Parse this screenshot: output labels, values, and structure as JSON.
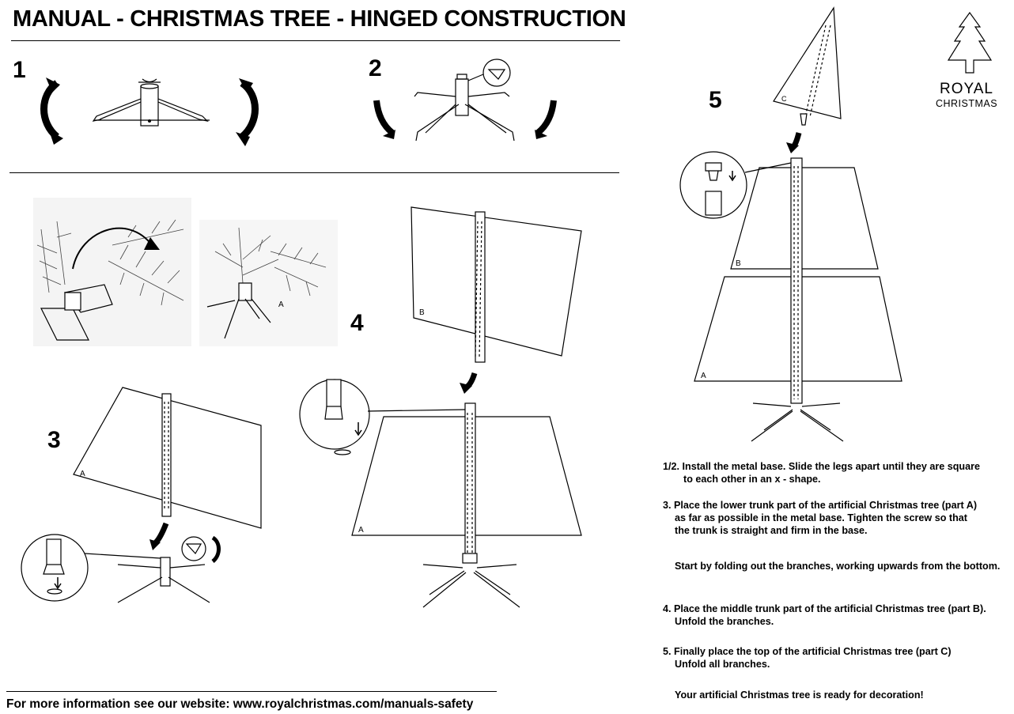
{
  "title": "MANUAL - CHRISTMAS TREE - HINGED CONSTRUCTION",
  "steps": {
    "s1": "1",
    "s2": "2",
    "s3": "3",
    "s4": "4",
    "s5": "5"
  },
  "part_labels": {
    "a": "A",
    "b": "B",
    "c": "C"
  },
  "logo": {
    "line1": "ROYAL",
    "line2": "CHRISTMAS",
    "icon": "christmas-tree-icon"
  },
  "instructions": {
    "i1_line1": "1/2. Install the metal base. Slide the legs apart until they are square",
    "i1_line2": "to each other in an x - shape.",
    "i3_line1": "3. Place the lower trunk part of the artificial Christmas tree (part A)",
    "i3_line2": "as far as possible in the metal base. Tighten the screw so that",
    "i3_line3": "the trunk is straight and firm in the base.",
    "fold": "Start by folding out the branches, working upwards from the bottom.",
    "i4_line1": "4. Place the middle trunk part of the artificial Christmas tree (part B).",
    "i4_line2": "Unfold the branches.",
    "i5_line1": "5. Finally place the top of the artificial Christmas tree (part C)",
    "i5_line2": "Unfold all branches.",
    "ready": "Your artificial Christmas tree is ready for decoration!"
  },
  "footer": "For more information see our website: www.royalchristmas.com/manuals-safety"
}
